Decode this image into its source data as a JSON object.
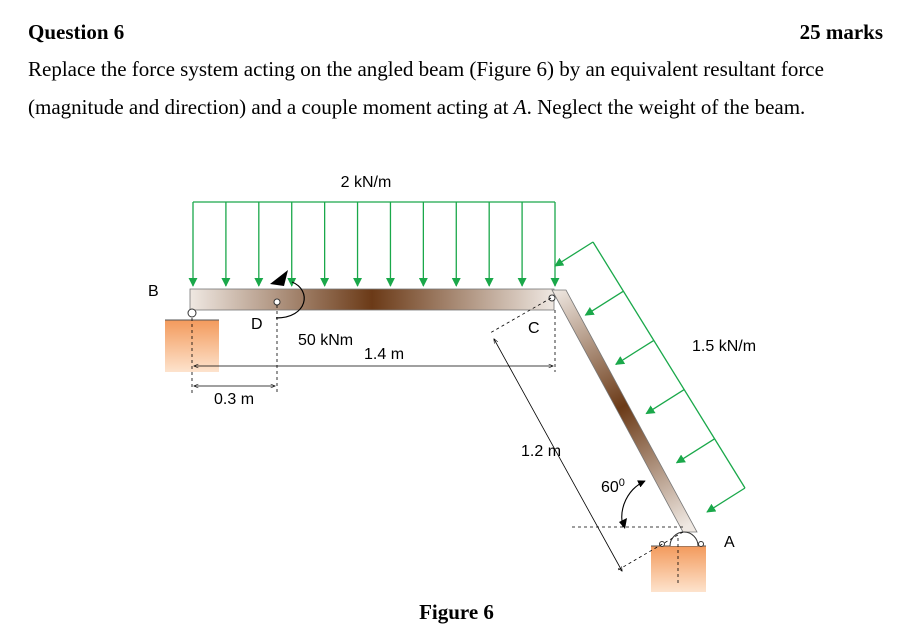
{
  "question": {
    "title": "Question 6",
    "marks": "25 marks",
    "text_before_point": "Replace the force system acting on the angled beam (Figure 6) by an equivalent resultant force (magnitude and direction) and a couple moment acting at ",
    "point": "A",
    "text_after_point": ". Neglect the weight of the beam."
  },
  "figure": {
    "caption": "Figure 6",
    "labels": {
      "point_b": "B",
      "point_d": "D",
      "point_c": "C",
      "point_a": "A",
      "distributed_load_horizontal": "2 kN/m",
      "distributed_load_inclined": "1.5 kN/m",
      "couple_moment": "50 kNm",
      "length_horizontal": "1.4 m",
      "length_bd": "0.3 m",
      "length_inclined": "1.2 m",
      "angle": "60",
      "angle_unit": "0"
    },
    "colors": {
      "load_arrow": "#1aa84a",
      "beam_dark": "#6b3a17",
      "beam_light": "#efe8e2",
      "support": "#f7a36a"
    }
  }
}
